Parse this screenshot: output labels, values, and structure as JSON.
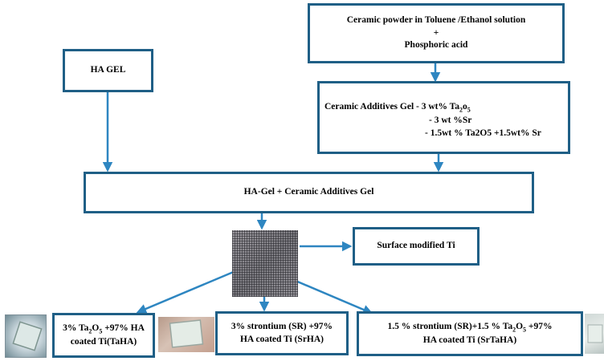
{
  "top_box": {
    "line1": "Ceramic powder in Toluene /Ethanol solution",
    "line2": "+",
    "line3": "Phosphoric acid"
  },
  "ha_gel": {
    "label": "HA GEL"
  },
  "additives_box": {
    "line1_pre": "Ceramic Additives  Gel  -  3 wt% Ta",
    "line1_sub1": "2",
    "line1_mid": "o",
    "line1_sub2": "5",
    "line2": "-  3 wt %Sr",
    "line3": "- 1.5wt % Ta2O5 +1.5wt% Sr"
  },
  "combined_box": {
    "label": "HA-Gel + Ceramic Additives  Gel"
  },
  "surface_box": {
    "label": "Surface modified Ti"
  },
  "taha_box": {
    "pre": "3% Ta",
    "sub1": "2",
    "mid": "O",
    "sub2": "5",
    "post": " +97% HA",
    "line2": "coated Ti(TaHA)"
  },
  "srha_box": {
    "line1": "3% strontium (SR) +97%",
    "line2": "HA coated Ti (SrHA)"
  },
  "srtaha_box": {
    "pre": "1.5 % strontium (SR)+1.5 % Ta",
    "sub1": "2",
    "mid": "O",
    "sub2": "5",
    "post": " +97%",
    "line2": "HA coated Ti (SrTaHA)"
  },
  "colors": {
    "border": "#1f5f86",
    "arrow": "#2e86c1"
  }
}
